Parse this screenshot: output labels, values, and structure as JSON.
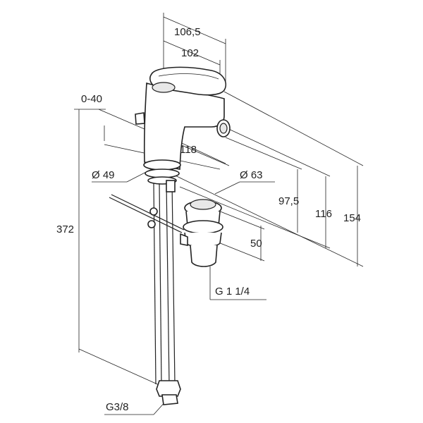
{
  "dimensions": {
    "width_outer": "106,5",
    "width_inner": "102",
    "offset_range": "0-40",
    "spout_reach": "118",
    "base_diameter": "Ø 49",
    "waste_diameter": "Ø 63",
    "height_spout": "97,5",
    "height_outlet": "116",
    "height_total": "154",
    "hose_length": "372",
    "waste_height": "50",
    "waste_thread": "G 1 1/4",
    "hose_thread": "G3/8"
  }
}
